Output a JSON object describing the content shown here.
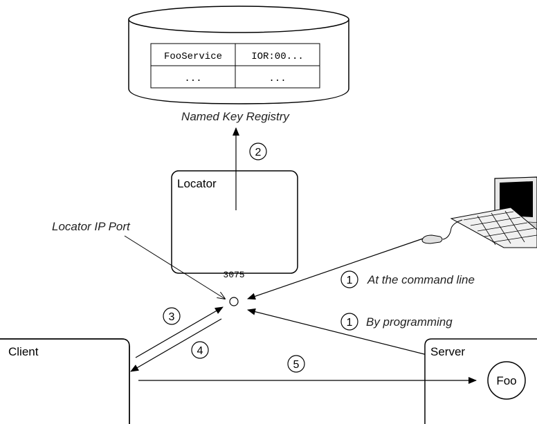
{
  "registry": {
    "caption": "Named Key Registry",
    "table": [
      [
        "FooService",
        "IOR:00..."
      ],
      [
        "...",
        "..."
      ]
    ]
  },
  "locator": {
    "label": "Locator",
    "port_label": "Locator IP Port",
    "port_number": "3075"
  },
  "client": {
    "label": "Client"
  },
  "server": {
    "label": "Server",
    "object_label": "Foo"
  },
  "steps": {
    "s1a": {
      "number": "1",
      "text": "At the command line"
    },
    "s1b": {
      "number": "1",
      "text": "By programming"
    },
    "s2": {
      "number": "2"
    },
    "s3": {
      "number": "3"
    },
    "s4": {
      "number": "4"
    },
    "s5": {
      "number": "5"
    }
  }
}
